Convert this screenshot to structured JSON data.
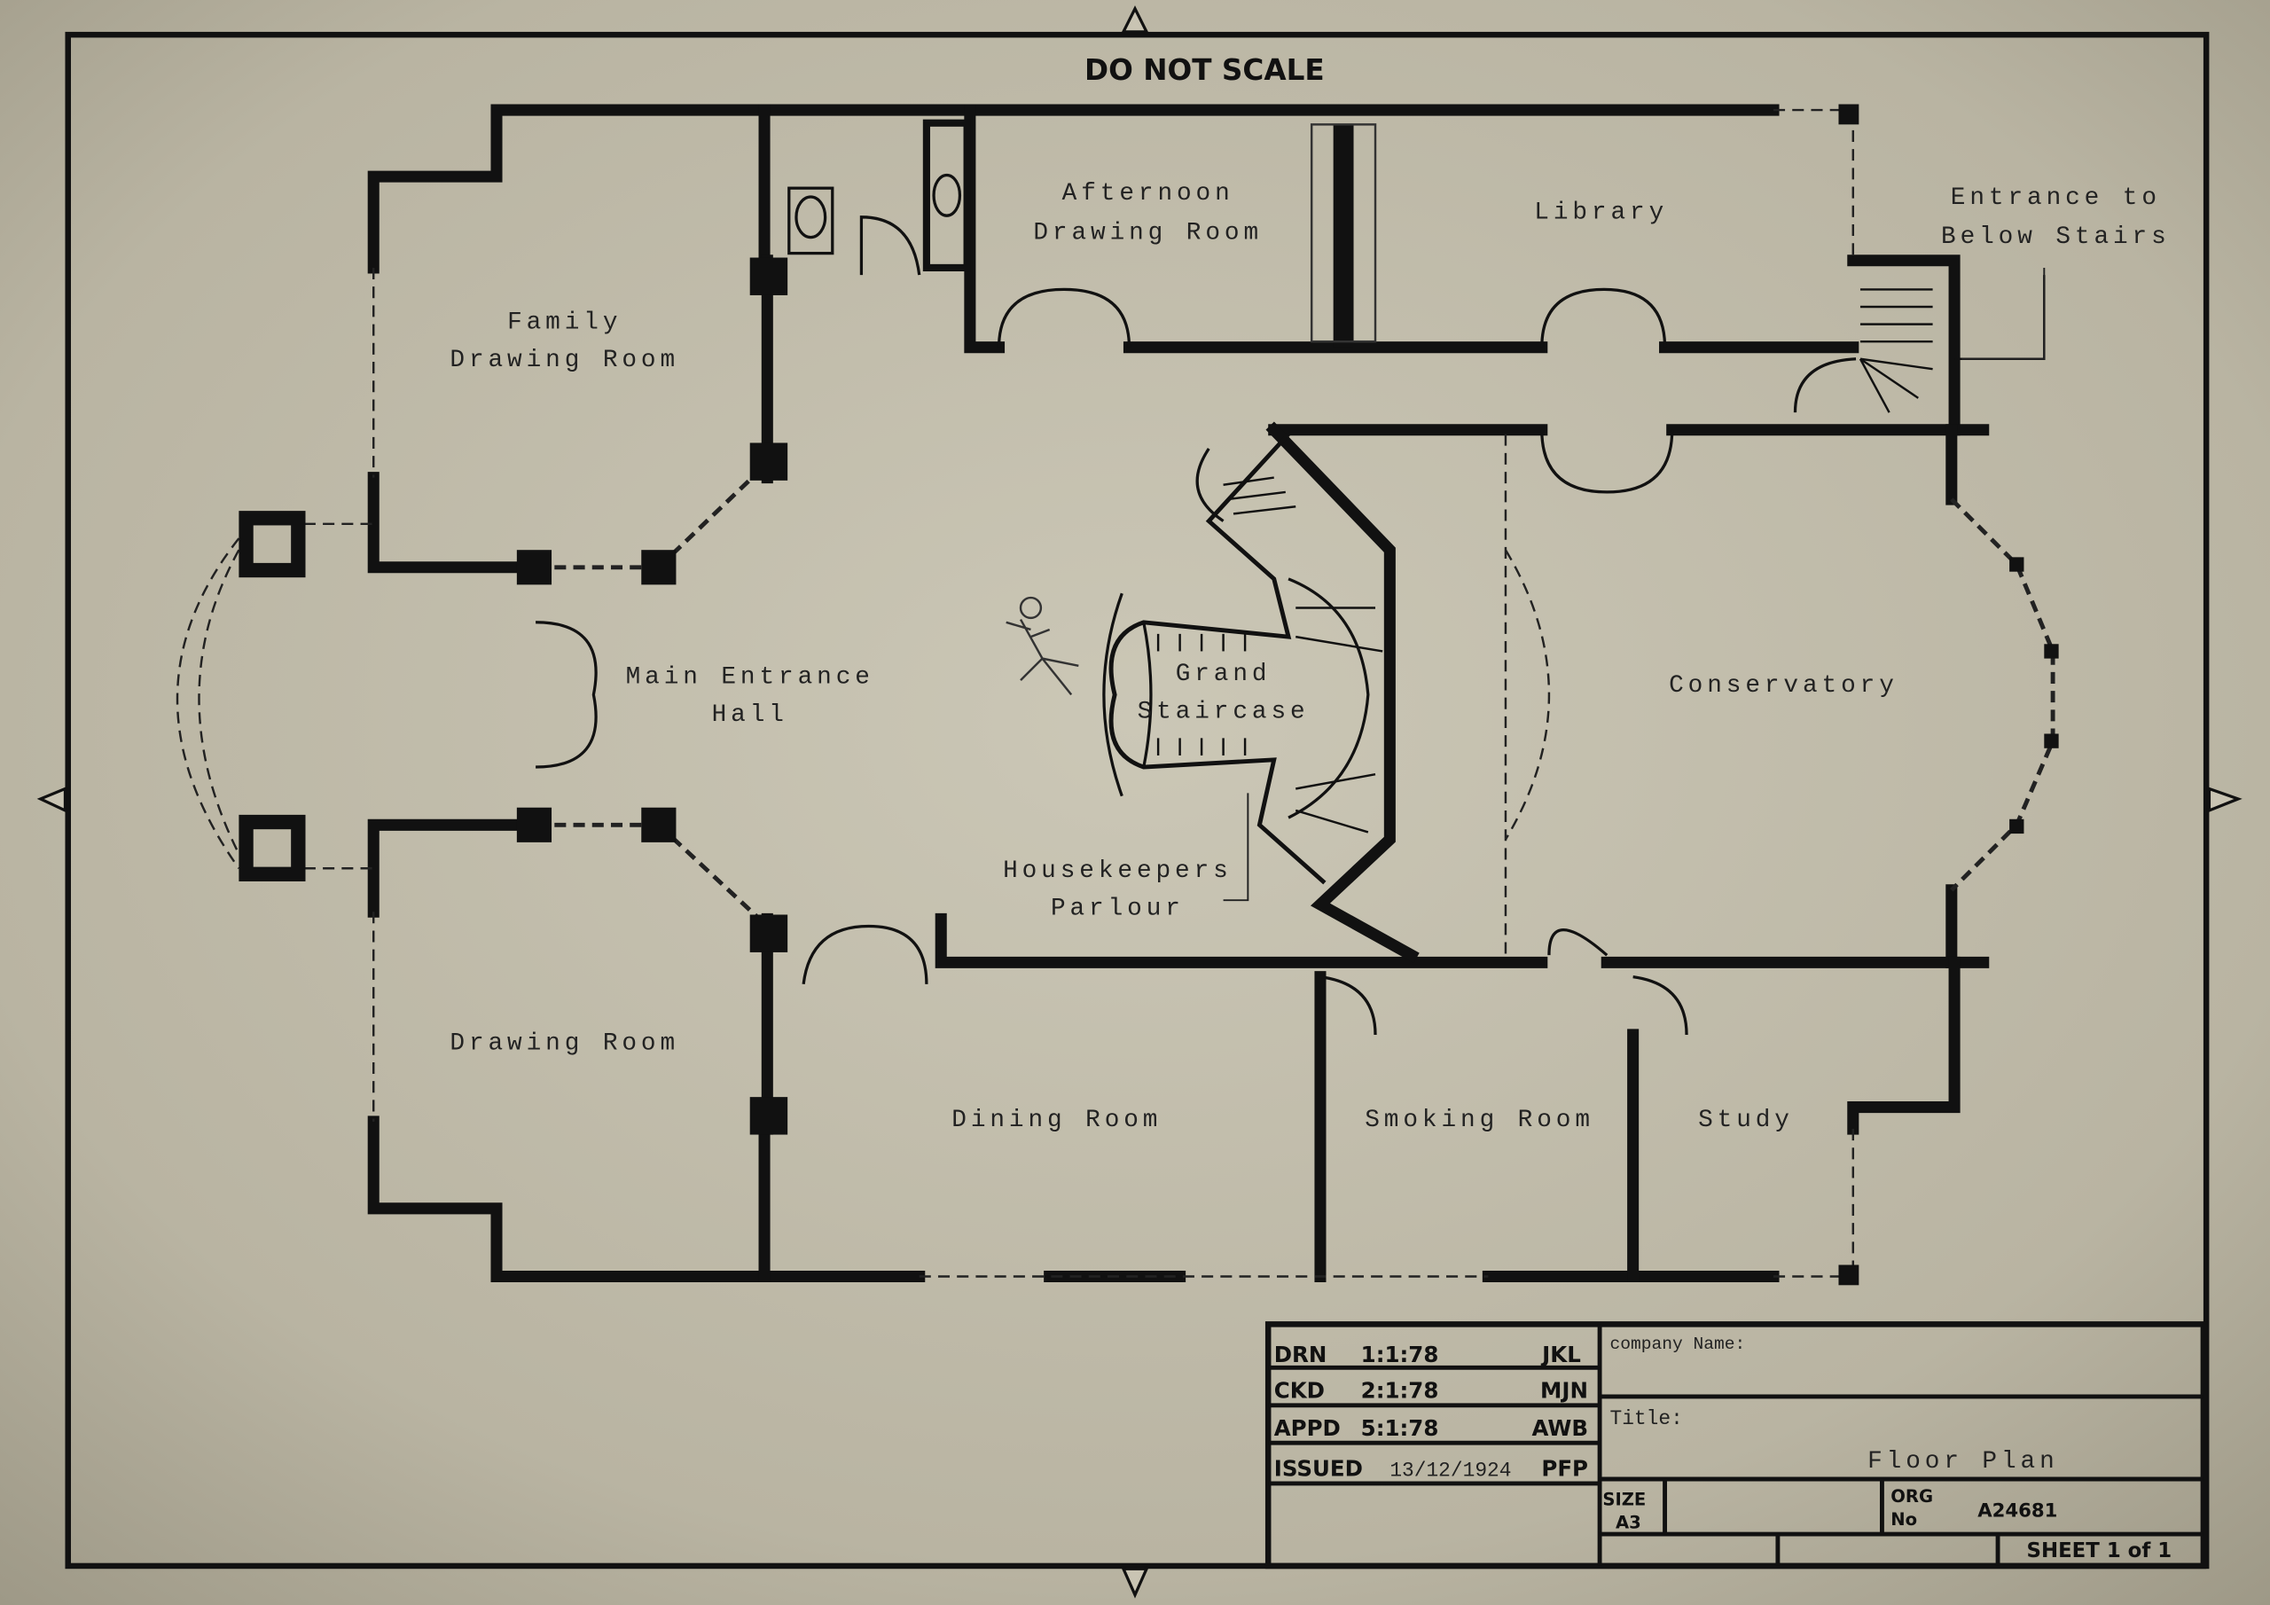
{
  "header": {
    "note": "DO NOT SCALE"
  },
  "rooms": {
    "family_drawing_room": [
      "Family",
      "Drawing Room"
    ],
    "afternoon_drawing_room": [
      "Afternoon",
      "Drawing Room"
    ],
    "library": "Library",
    "entrance_below_stairs": [
      "Entrance to",
      "Below Stairs"
    ],
    "main_entrance_hall": [
      "Main Entrance",
      "Hall"
    ],
    "grand_staircase": [
      "Grand",
      "Staircase"
    ],
    "conservatory": "Conservatory",
    "housekeepers_parlour": [
      "Housekeepers",
      "Parlour"
    ],
    "drawing_room": "Drawing Room",
    "dining_room": "Dining Room",
    "smoking_room": "Smoking Room",
    "study": "Study"
  },
  "title_block": {
    "rows": [
      {
        "code": "DRN",
        "date": "1:1:78",
        "initials": "JKL"
      },
      {
        "code": "CKD",
        "date": "2:1:78",
        "initials": "MJN"
      },
      {
        "code": "APPD",
        "date": "5:1:78",
        "initials": "AWB"
      },
      {
        "code": "ISSUED",
        "date": "13/12/1924",
        "initials": "PFP"
      }
    ],
    "company_label": "company Name:",
    "title_label": "Title:",
    "title": "Floor Plan",
    "size_label": "SIZE",
    "size": "A3",
    "org_label": "ORG",
    "no_label": "No",
    "org_no": "A24681",
    "sheet": "SHEET 1 of 1"
  }
}
